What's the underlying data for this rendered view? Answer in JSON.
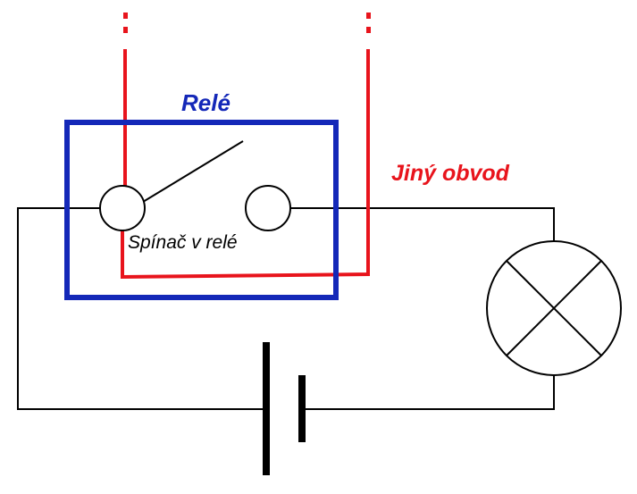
{
  "relay": {
    "title": "Relé",
    "switch_label": "Spínač v relé"
  },
  "other_circuit": {
    "label": "Jiný obvod"
  },
  "colors": {
    "relay_box": "#1428b8",
    "other_circuit_wire": "#e8141c",
    "main_wire": "#000000",
    "background": "#ffffff"
  },
  "components": {
    "battery": "battery-symbol",
    "lamp": "lamp-symbol",
    "switch": "open-switch-symbol"
  }
}
